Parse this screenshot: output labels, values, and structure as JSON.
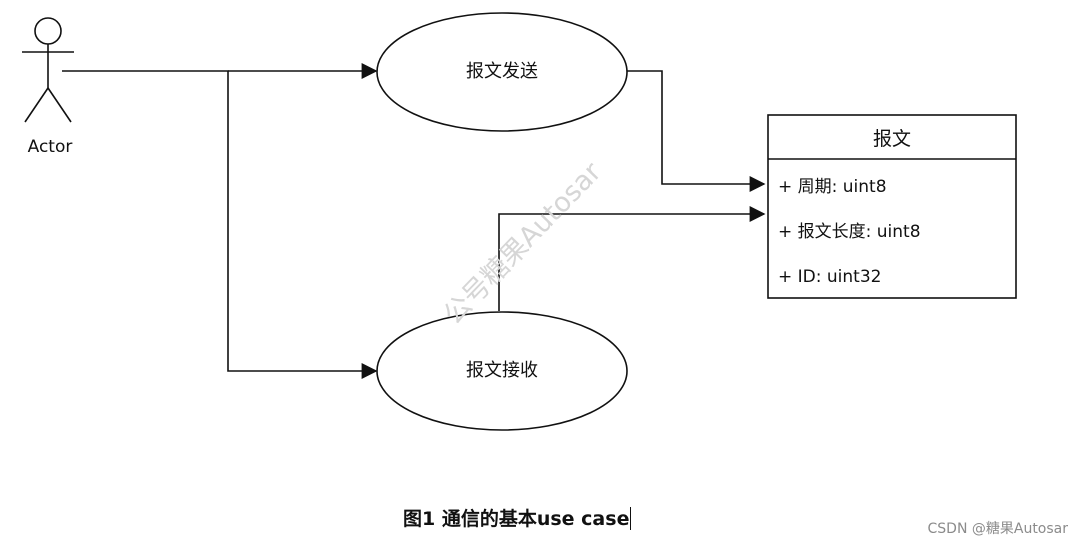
{
  "actor": {
    "label": "Actor"
  },
  "use_cases": [
    {
      "label": "报文发送"
    },
    {
      "label": "报文接收"
    }
  ],
  "class_box": {
    "title": "报文",
    "attributes": [
      "+ 周期: uint8",
      "+ 报文长度: uint8",
      "+ ID: uint32"
    ]
  },
  "watermark": {
    "diagonal_text": "公号糖果Autosar",
    "footer_text": "CSDN @糖果Autosar"
  },
  "caption": {
    "text": "图1 通信的基本use case"
  }
}
